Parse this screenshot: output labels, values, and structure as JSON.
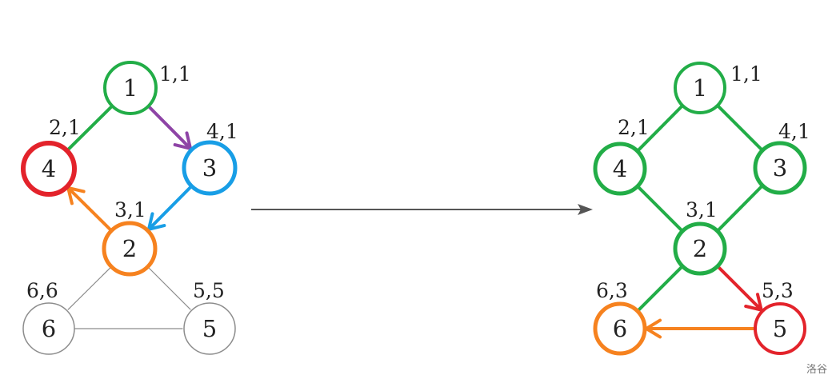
{
  "colors": {
    "green": "#22ad47",
    "red": "#e3232b",
    "blue": "#189ee6",
    "orange": "#f6821f",
    "purple": "#8e44a6",
    "gray": "#8c8c8c",
    "arrow": "#555555"
  },
  "left_graph": {
    "nodes": [
      {
        "id": "1",
        "label": "1",
        "pair": "1,1",
        "color": "green"
      },
      {
        "id": "4",
        "label": "4",
        "pair": "2,1",
        "color": "red"
      },
      {
        "id": "3",
        "label": "3",
        "pair": "4,1",
        "color": "blue"
      },
      {
        "id": "2",
        "label": "2",
        "pair": "3,1",
        "color": "orange"
      },
      {
        "id": "6",
        "label": "6",
        "pair": "6,6",
        "color": "gray"
      },
      {
        "id": "5",
        "label": "5",
        "pair": "5,5",
        "color": "gray"
      }
    ],
    "edges": [
      {
        "from": "1",
        "to": "4",
        "color": "green",
        "directed": false
      },
      {
        "from": "1",
        "to": "3",
        "color": "purple",
        "directed": true
      },
      {
        "from": "3",
        "to": "2",
        "color": "blue",
        "directed": true
      },
      {
        "from": "2",
        "to": "4",
        "color": "orange",
        "directed": true
      },
      {
        "from": "2",
        "to": "6",
        "color": "gray",
        "directed": false
      },
      {
        "from": "2",
        "to": "5",
        "color": "gray",
        "directed": false
      },
      {
        "from": "6",
        "to": "5",
        "color": "gray",
        "directed": false
      }
    ]
  },
  "right_graph": {
    "nodes": [
      {
        "id": "1",
        "label": "1",
        "pair": "1,1",
        "color": "green"
      },
      {
        "id": "4",
        "label": "4",
        "pair": "2,1",
        "color": "green"
      },
      {
        "id": "3",
        "label": "3",
        "pair": "4,1",
        "color": "green"
      },
      {
        "id": "2",
        "label": "2",
        "pair": "3,1",
        "color": "green"
      },
      {
        "id": "6",
        "label": "6",
        "pair": "6,3",
        "color": "orange"
      },
      {
        "id": "5",
        "label": "5",
        "pair": "5,3",
        "color": "red"
      }
    ],
    "edges": [
      {
        "from": "1",
        "to": "4",
        "color": "green",
        "directed": false
      },
      {
        "from": "1",
        "to": "3",
        "color": "green",
        "directed": false
      },
      {
        "from": "4",
        "to": "2",
        "color": "green",
        "directed": false
      },
      {
        "from": "3",
        "to": "2",
        "color": "green",
        "directed": false
      },
      {
        "from": "2",
        "to": "6",
        "color": "green",
        "directed": false
      },
      {
        "from": "2",
        "to": "5",
        "color": "red",
        "directed": true
      },
      {
        "from": "5",
        "to": "6",
        "color": "orange",
        "directed": true
      }
    ]
  },
  "watermark": "洛谷"
}
